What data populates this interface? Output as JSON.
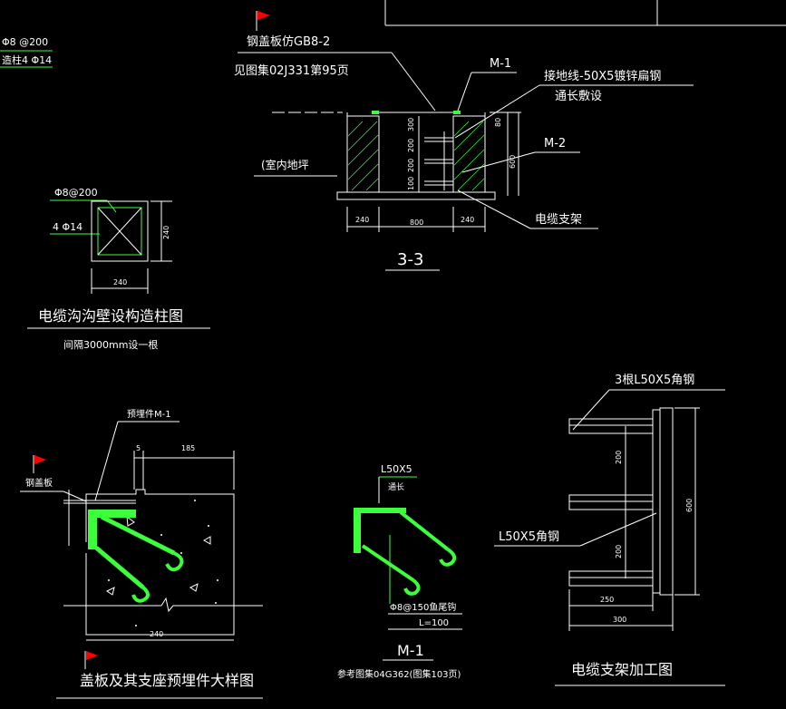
{
  "colors": {
    "background": "#000000",
    "line": "#ffffff",
    "green": "#3cff3c",
    "flag": "#ff0000"
  },
  "top_left": {
    "line1": "Φ8 @200",
    "line2": "造柱4 Φ14"
  },
  "section33": {
    "cover_label": "钢盖板仿GB8-2",
    "ref_label": "见图集02J331第95页",
    "m1_label": "M-1",
    "ground_label": "接地线-50X5镀锌扁钢",
    "ground_sub": "通长敷设",
    "m2_label": "M-2",
    "floor_label": "(室内地坪",
    "bracket_label": "电缆支架",
    "dim_left": "240",
    "dim_mid": "800",
    "dim_right": "240",
    "dim_v_300": "300",
    "dim_v_200a": "200",
    "dim_v_200b": "200",
    "dim_v_100": "100",
    "dim_r_80": "80",
    "dim_r_600": "600",
    "title": "3-3"
  },
  "column": {
    "rebar_a": "Φ8@200",
    "rebar_b": "4 Φ14",
    "dim_h": "240",
    "dim_v": "240",
    "title": "电缆沟沟壁设构造柱图",
    "subtitle": "间隔3000mm设一根"
  },
  "cover_detail": {
    "embed_label": "预埋件M-1",
    "cover_label": "钢盖板",
    "dim_5": "5",
    "dim_185": "185",
    "dim_240": "240",
    "title": "盖板及其支座预埋件大样图"
  },
  "m1_detail": {
    "angle_label": "L50X5",
    "angle_sub": "通长",
    "anchor_label": "Φ8@150鱼尾钩",
    "anchor_sub": "L=100",
    "title": "M-1",
    "ref": "参考图集04G362(图集103页)"
  },
  "bracket_detail": {
    "top_label": "3根L50X5角钢",
    "mid_label": "L50X5角钢",
    "dim_200a": "200",
    "dim_200b": "200",
    "dim_600": "600",
    "dim_250": "250",
    "dim_300": "300",
    "title": "电缆支架加工图"
  }
}
